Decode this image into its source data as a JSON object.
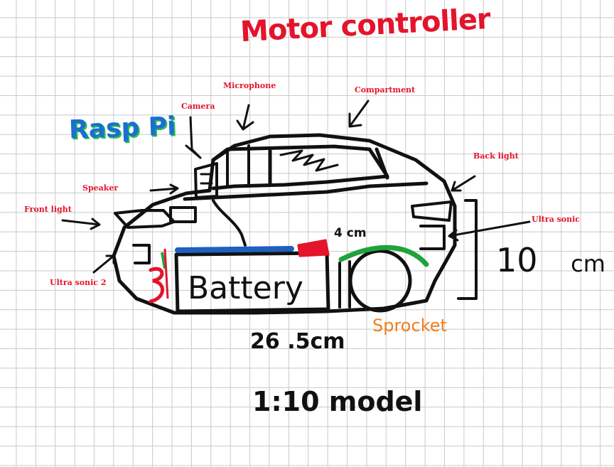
{
  "title": "Motor controller",
  "rasp_pi_label": "Rasp Pi",
  "callouts": {
    "microphone": "Microphone",
    "compartment": "Compartment",
    "camera": "Camera",
    "back_light": "Back light",
    "speaker": "Speaker",
    "front_light": "Front light",
    "ultra_sonic": "Ultra sonic",
    "ultra_sonic_2": "Ultra sonic 2"
  },
  "parts": {
    "battery": "Battery",
    "sprocket": "Sprocket"
  },
  "dimensions": {
    "length": "26 .5cm",
    "height_value": "10",
    "height_unit": "cm",
    "small": "4 cm"
  },
  "scale_note": "1:10 model",
  "colors": {
    "ink": "#111111",
    "label_red": "#e3142b",
    "pi_blue": "#1a6fd1",
    "pi_green": "#2bbf4a",
    "wire_blue": "#1f5fbf",
    "track_green": "#1fa33a",
    "sprocket_orange": "#ef7d1e"
  }
}
